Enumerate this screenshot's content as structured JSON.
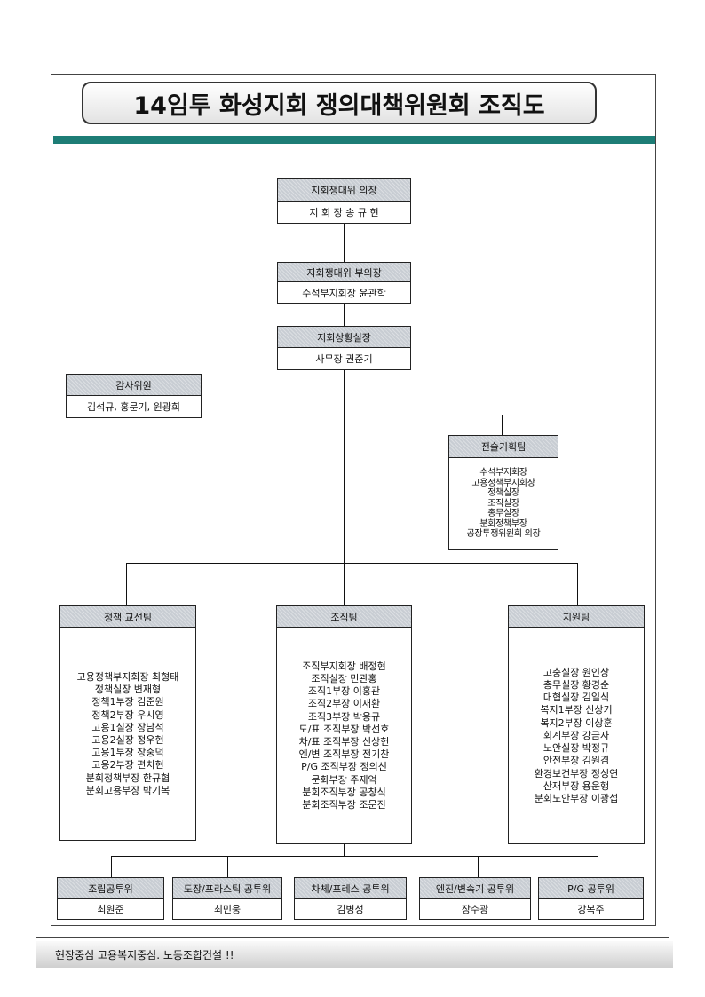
{
  "title": "14임투 화성지회 쟁의대책위원회 조직도",
  "chair": {
    "role": "지회쟁대위 의장",
    "name": "지 회 장 송 규 현"
  },
  "vice_chair": {
    "role": "지회쟁대위 부의장",
    "name": "수석부지회장 윤관학"
  },
  "situation": {
    "role": "지회상황실장",
    "name": "사무장 권준기"
  },
  "audit": {
    "role": "감사위원",
    "name": "김석규, 홍문기, 원광희"
  },
  "strategy": {
    "role": "전술기획팀",
    "members": [
      "수석부지회장",
      "고용정책부지회장",
      "정책실장",
      "조직실장",
      "총무실장",
      "분회정책부장",
      "공장투쟁위원회 의장"
    ]
  },
  "policy_team": {
    "role": "정책 교선팀",
    "members": [
      "고용정책부지회장 최형태",
      "정책실장 변재형",
      "정책1부장 김준원",
      "정책2부장 우시영",
      "고용1실장 장남석",
      "고용2실장 정우현",
      "고용1부장 장중덕",
      "고용2부장 편치현",
      "분회정책부장 한규협",
      "분회고용부장 박기복"
    ]
  },
  "org_team": {
    "role": "조직팀",
    "members": [
      "조직부지회장 배정현",
      "조직실장 민관홍",
      "조직1부장 이홍관",
      "조직2부장 이재환",
      "조직3부장 박용규",
      "도/표 조직부장 박선호",
      "차/표 조직부장 신상헌",
      "엔/변 조직부장 전기찬",
      "P/G 조직부장 정의선",
      "문화부장 주재억",
      "분회조직부장 공창식",
      "분회조직부장 조문진"
    ]
  },
  "support_team": {
    "role": "지원팀",
    "members": [
      "고충실장 원인상",
      "총무실장 황경순",
      "대협실장 김일식",
      "복지1부장 신상기",
      "복지2부장 이상훈",
      "회계부장 강금자",
      "노안실장 박정규",
      "안전부장 김원겸",
      "환경보건부장 정성연",
      "산재부장 용운행",
      "분회노안부장 이광섭"
    ]
  },
  "sub_committees": [
    {
      "role": "조립공투위",
      "name": "최원준"
    },
    {
      "role": "도장/프라스틱 공투위",
      "name": "최민웅"
    },
    {
      "role": "차체/프레스 공투위",
      "name": "김병성"
    },
    {
      "role": "엔진/변속기 공투위",
      "name": "장수광"
    },
    {
      "role": "P/G 공투위",
      "name": "강복주"
    }
  ],
  "footer": "현장중심 고용복지중심. 노동조합건설 !!"
}
